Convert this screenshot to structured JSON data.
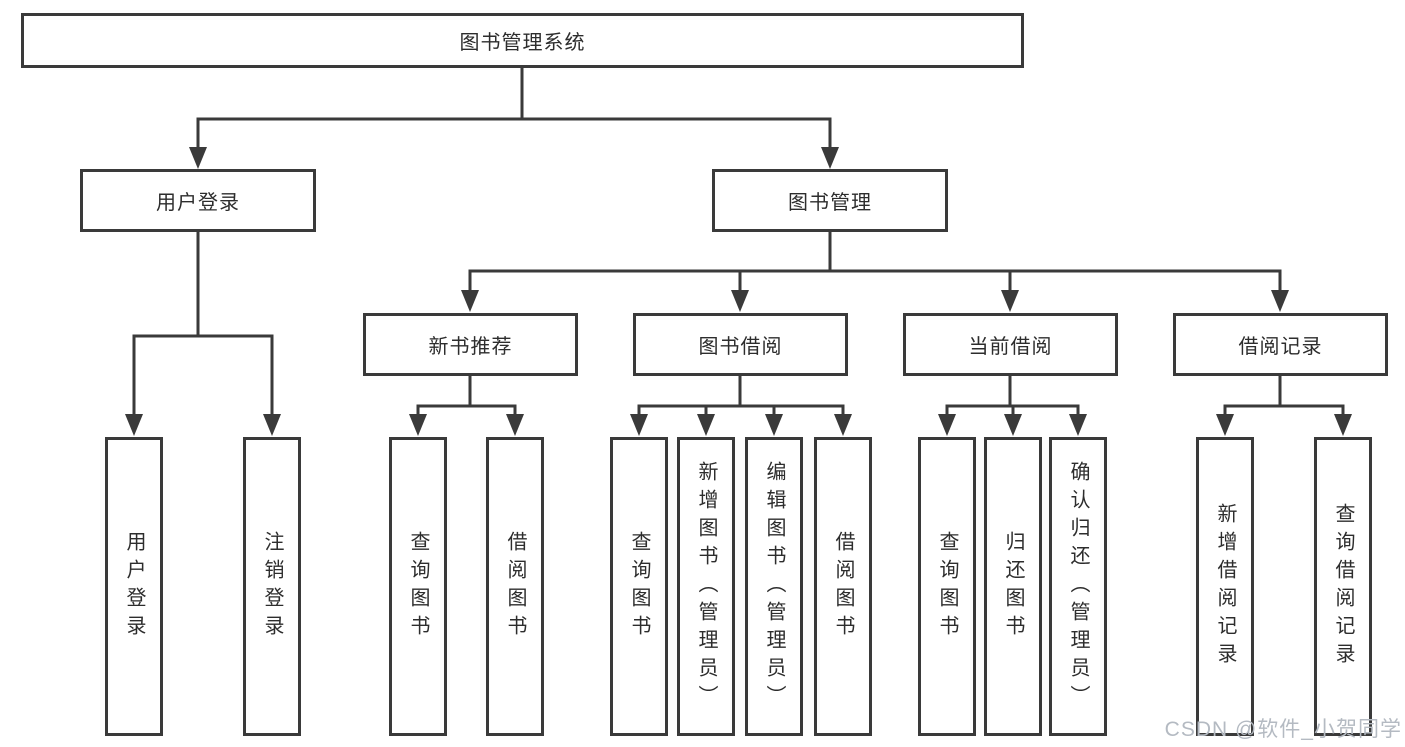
{
  "diagram": {
    "root": {
      "label": "图书管理系统"
    },
    "level2": [
      {
        "label": "用户登录"
      },
      {
        "label": "图书管理"
      }
    ],
    "level3": [
      {
        "label": "新书推荐"
      },
      {
        "label": "图书借阅"
      },
      {
        "label": "当前借阅"
      },
      {
        "label": "借阅记录"
      }
    ],
    "groups": [
      {
        "parent": "用户登录",
        "children": [
          "用户登录",
          "注销登录"
        ]
      },
      {
        "parent": "新书推荐",
        "children": [
          "查询图书",
          "借阅图书"
        ]
      },
      {
        "parent": "图书借阅",
        "children": [
          "查询图书",
          "新增图书（管理员）",
          "编辑图书（管理员）",
          "借阅图书"
        ]
      },
      {
        "parent": "当前借阅",
        "children": [
          "查询图书",
          "归还图书",
          "确认归还（管理员）"
        ]
      },
      {
        "parent": "借阅记录",
        "children": [
          "新增借阅记录",
          "查询借阅记录"
        ]
      }
    ]
  },
  "watermark": "CSDN @软件_小贺同学",
  "colors": {
    "line": "#3a3a3a",
    "border": "#3a3a3a",
    "text": "#2d2d2d",
    "watermark": "#b4bac2",
    "background": "#ffffff"
  }
}
